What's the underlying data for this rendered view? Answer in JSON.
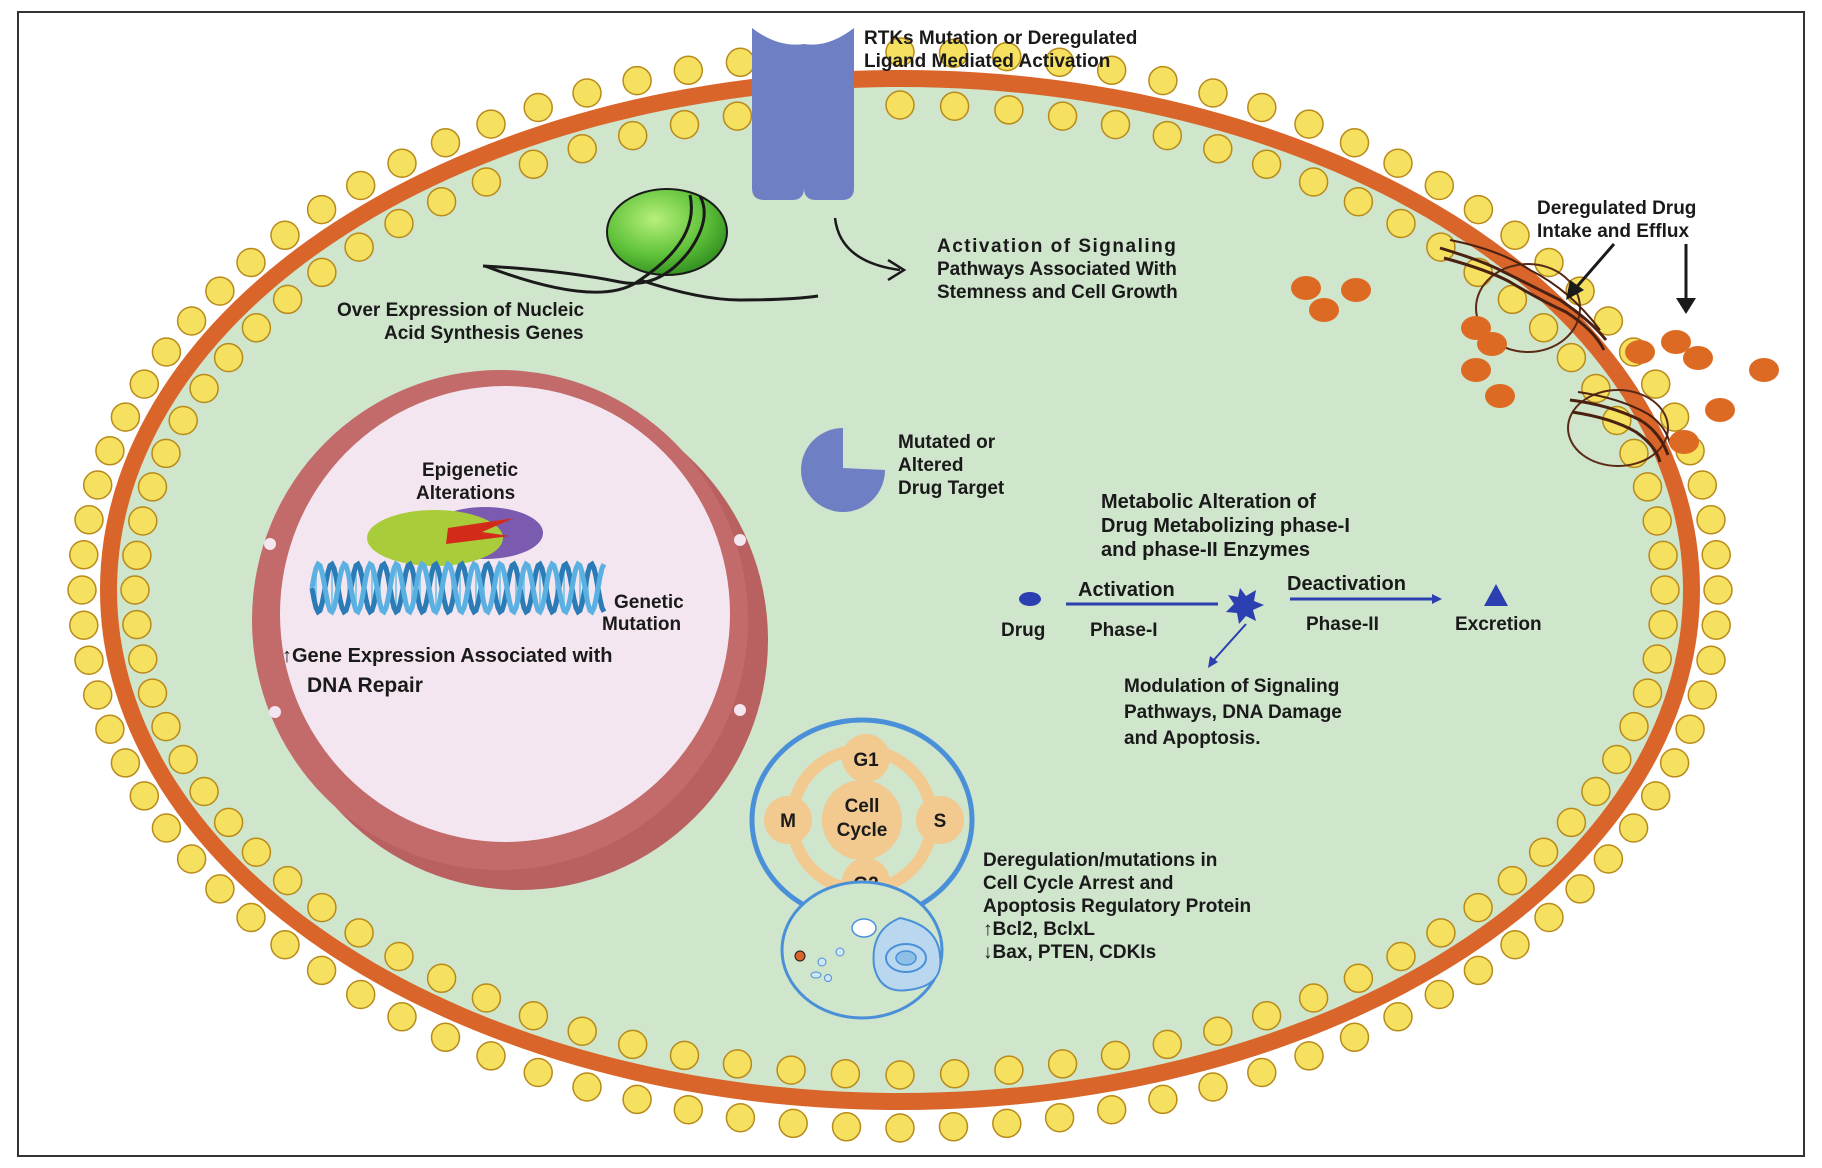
{
  "labels": {
    "rtk_line1": "RTKs Mutation or Deregulated",
    "rtk_line2": "Ligand Mediated Activation",
    "efflux_line1": "Deregulated Drug",
    "efflux_line2": "Intake and Efflux",
    "signaling_line1": "Activation of Signaling",
    "signaling_line2": "Pathways Associated With",
    "signaling_line3": "Stemness and Cell Growth",
    "nucleic_line1": "Over Expression of Nucleic",
    "nucleic_line2": "Acid Synthesis Genes",
    "epigenetic_line1": "Epigenetic",
    "epigenetic_line2": "Alterations",
    "genetic_line1": "Genetic",
    "genetic_line2": "Mutation",
    "gene_expr_line1": "↑Gene Expression Associated with",
    "gene_expr_line2": "DNA Repair",
    "target_line1": "Mutated or",
    "target_line2": "Altered",
    "target_line3": "Drug Target",
    "metabolic_line1": "Metabolic Alteration of",
    "metabolic_line2": "Drug Metabolizing phase-I",
    "metabolic_line3": "and phase-II Enzymes",
    "activation": "Activation",
    "phase1": "Phase-I",
    "deactivation": "Deactivation",
    "phase2": "Phase-II",
    "drug": "Drug",
    "excretion": "Excretion",
    "modulation_line1": "Modulation of Signaling",
    "modulation_line2": "Pathways, DNA Damage",
    "modulation_line3": "and Apoptosis.",
    "cycle_g1": "G1",
    "cycle_s": "S",
    "cycle_g2": "G2",
    "cycle_m": "M",
    "cycle_center1": "Cell",
    "cycle_center2": "Cycle",
    "apoptosis_line1": "Deregulation/mutations in",
    "apoptosis_line2": "Cell Cycle Arrest and",
    "apoptosis_line3": "Apoptosis Regulatory Protein",
    "apoptosis_line4": "↑Bcl2, BclxL",
    "apoptosis_line5": "↓Bax, PTEN, CDKIs"
  },
  "colors": {
    "cytoplasm": "#cfe5cc",
    "membrane": "#d9652a",
    "lipid_head": "#f5e060",
    "lipid_outline": "#b88a1a",
    "receptor": "#6f7fc4",
    "nucleus_wall": "#c06868",
    "nucleus_inner": "#f4e6f0",
    "drug_particle": "#dd6a22",
    "cycle_ring": "#4a90d9",
    "cycle_node": "#f2c98f",
    "metabolism_blue": "#2c3fb0"
  }
}
